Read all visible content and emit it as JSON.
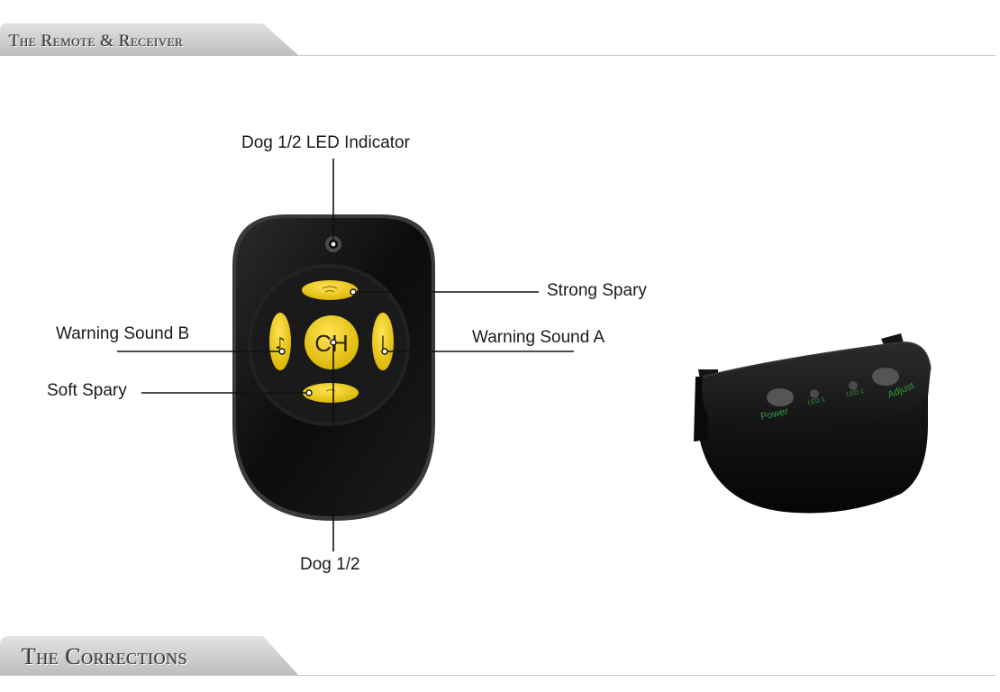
{
  "sections": [
    {
      "title": "The Remote & Receiver"
    },
    {
      "title": "The Corrections"
    }
  ],
  "remote": {
    "labels": {
      "led_indicator": "Dog 1/2 LED Indicator",
      "strong_spray": "Strong Spary",
      "warning_sound_b": "Warning Sound B",
      "warning_sound_a": "Warning Sound A",
      "soft_spray": "Soft Spary",
      "dog_select": "Dog 1/2"
    },
    "buttons": {
      "ch": "CH",
      "sound_b_glyph": "♪",
      "sound_a_glyph": "|"
    }
  },
  "receiver": {
    "labels": {
      "power": "Power",
      "led1": "LED 1",
      "led2": "LED 2",
      "adjust": "Adjust"
    }
  },
  "colors": {
    "device_body": "#111111",
    "button_yellow": "#f2d21f",
    "receiver_label_green": "#2e9b3e",
    "tab_gray": "#cfcfcf"
  }
}
